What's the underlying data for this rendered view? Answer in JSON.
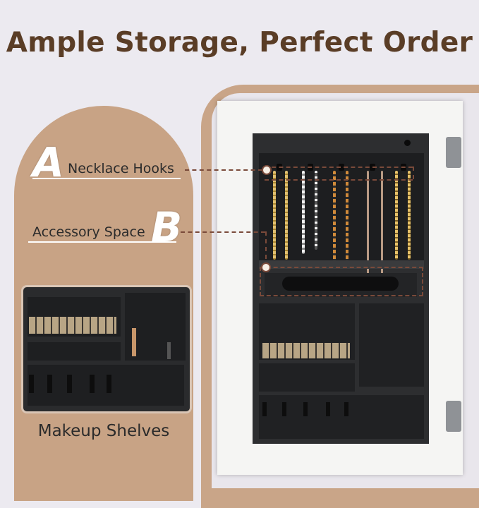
{
  "title": "Ample Storage, Perfect Order",
  "callouts": [
    {
      "letter": "A",
      "label": "Necklace Hooks"
    },
    {
      "letter": "B",
      "label": "Accessory Space"
    }
  ],
  "inset_caption": "Makeup Shelves",
  "colors": {
    "title": "#5a3d26",
    "arch": "#c8a385",
    "cabinet": "#2d2e30",
    "dashes": "#7a4a3a"
  }
}
